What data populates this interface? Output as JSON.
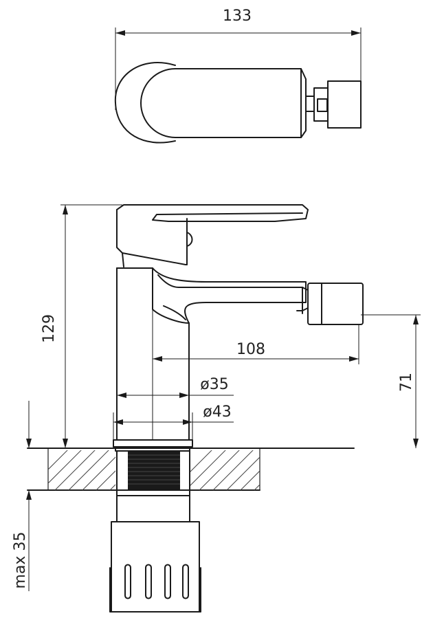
{
  "drawing": {
    "dimensions": {
      "total_length": "133",
      "total_height": "129",
      "spout_reach": "108",
      "spout_height": "71",
      "body_diameter": "ø35",
      "base_diameter": "ø43",
      "max_deck_thickness": "max 35"
    },
    "colors": {
      "line": "#1a1a1a",
      "background": "#ffffff",
      "thread": "#1a1a1a"
    }
  }
}
